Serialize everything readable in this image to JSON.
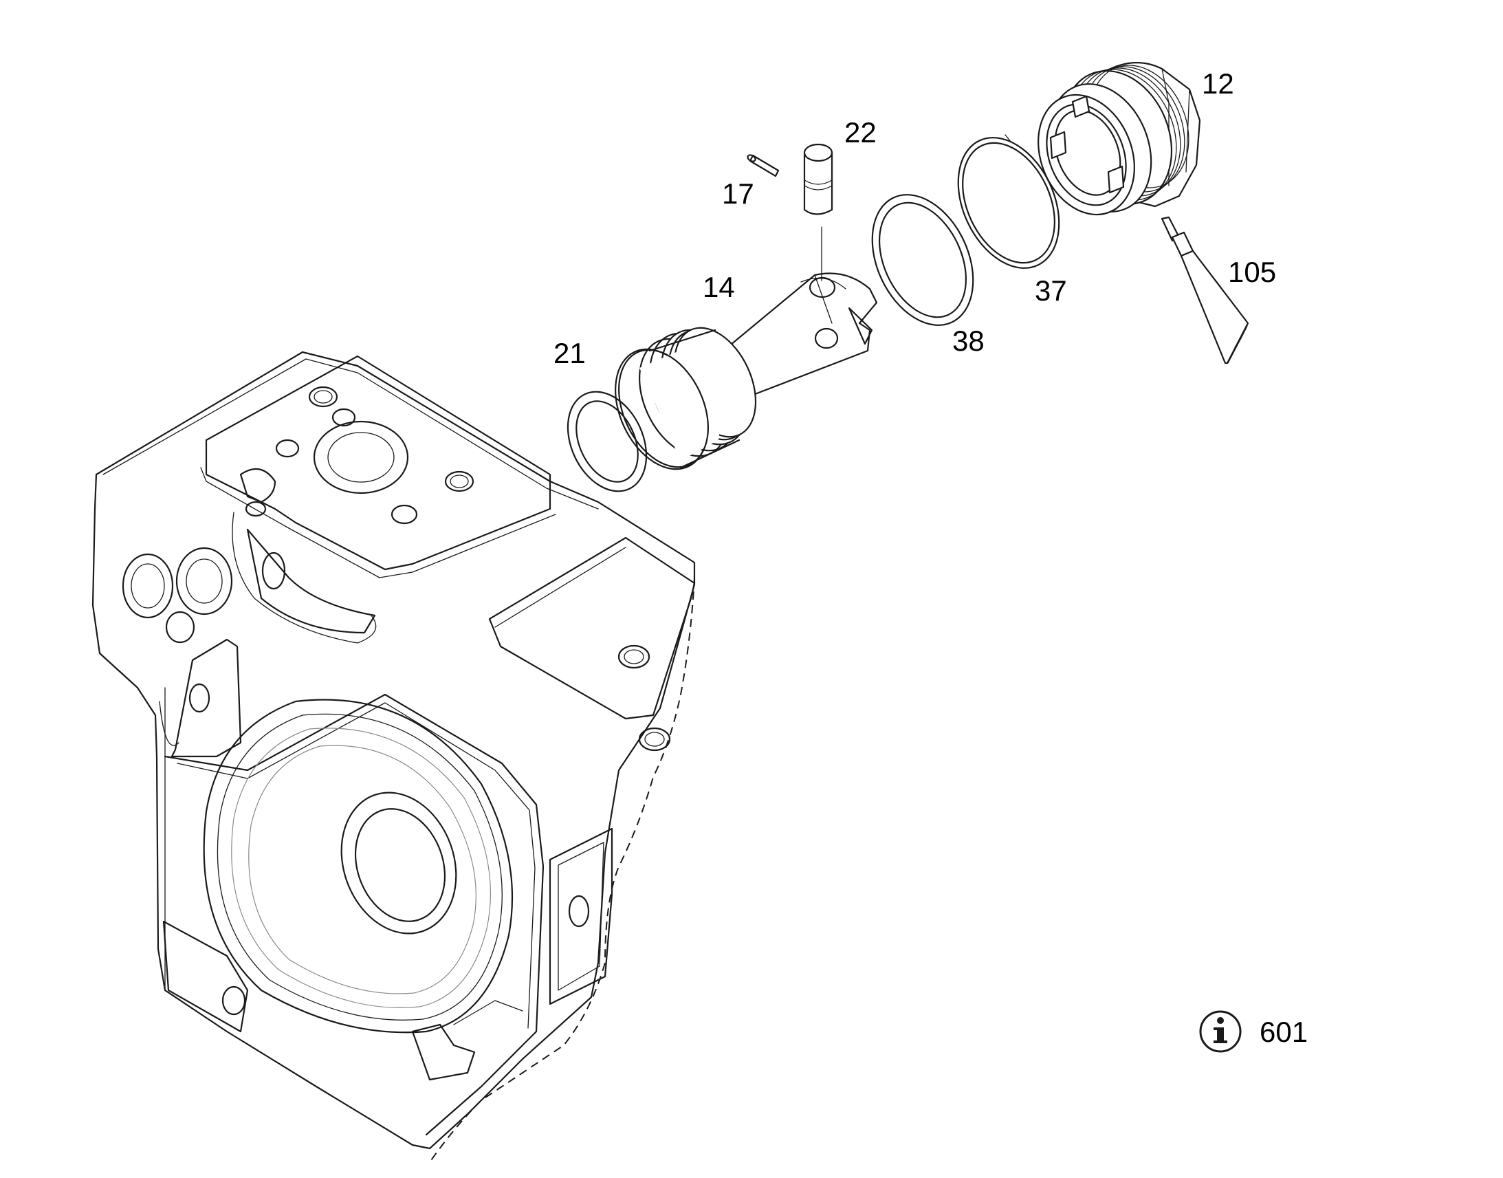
{
  "callouts": {
    "c12": "12",
    "c22": "22",
    "c17": "17",
    "c105": "105",
    "c14": "14",
    "c37": "37",
    "c21": "21",
    "c38": "38"
  },
  "info": {
    "icon": "info-icon",
    "number": "601"
  }
}
